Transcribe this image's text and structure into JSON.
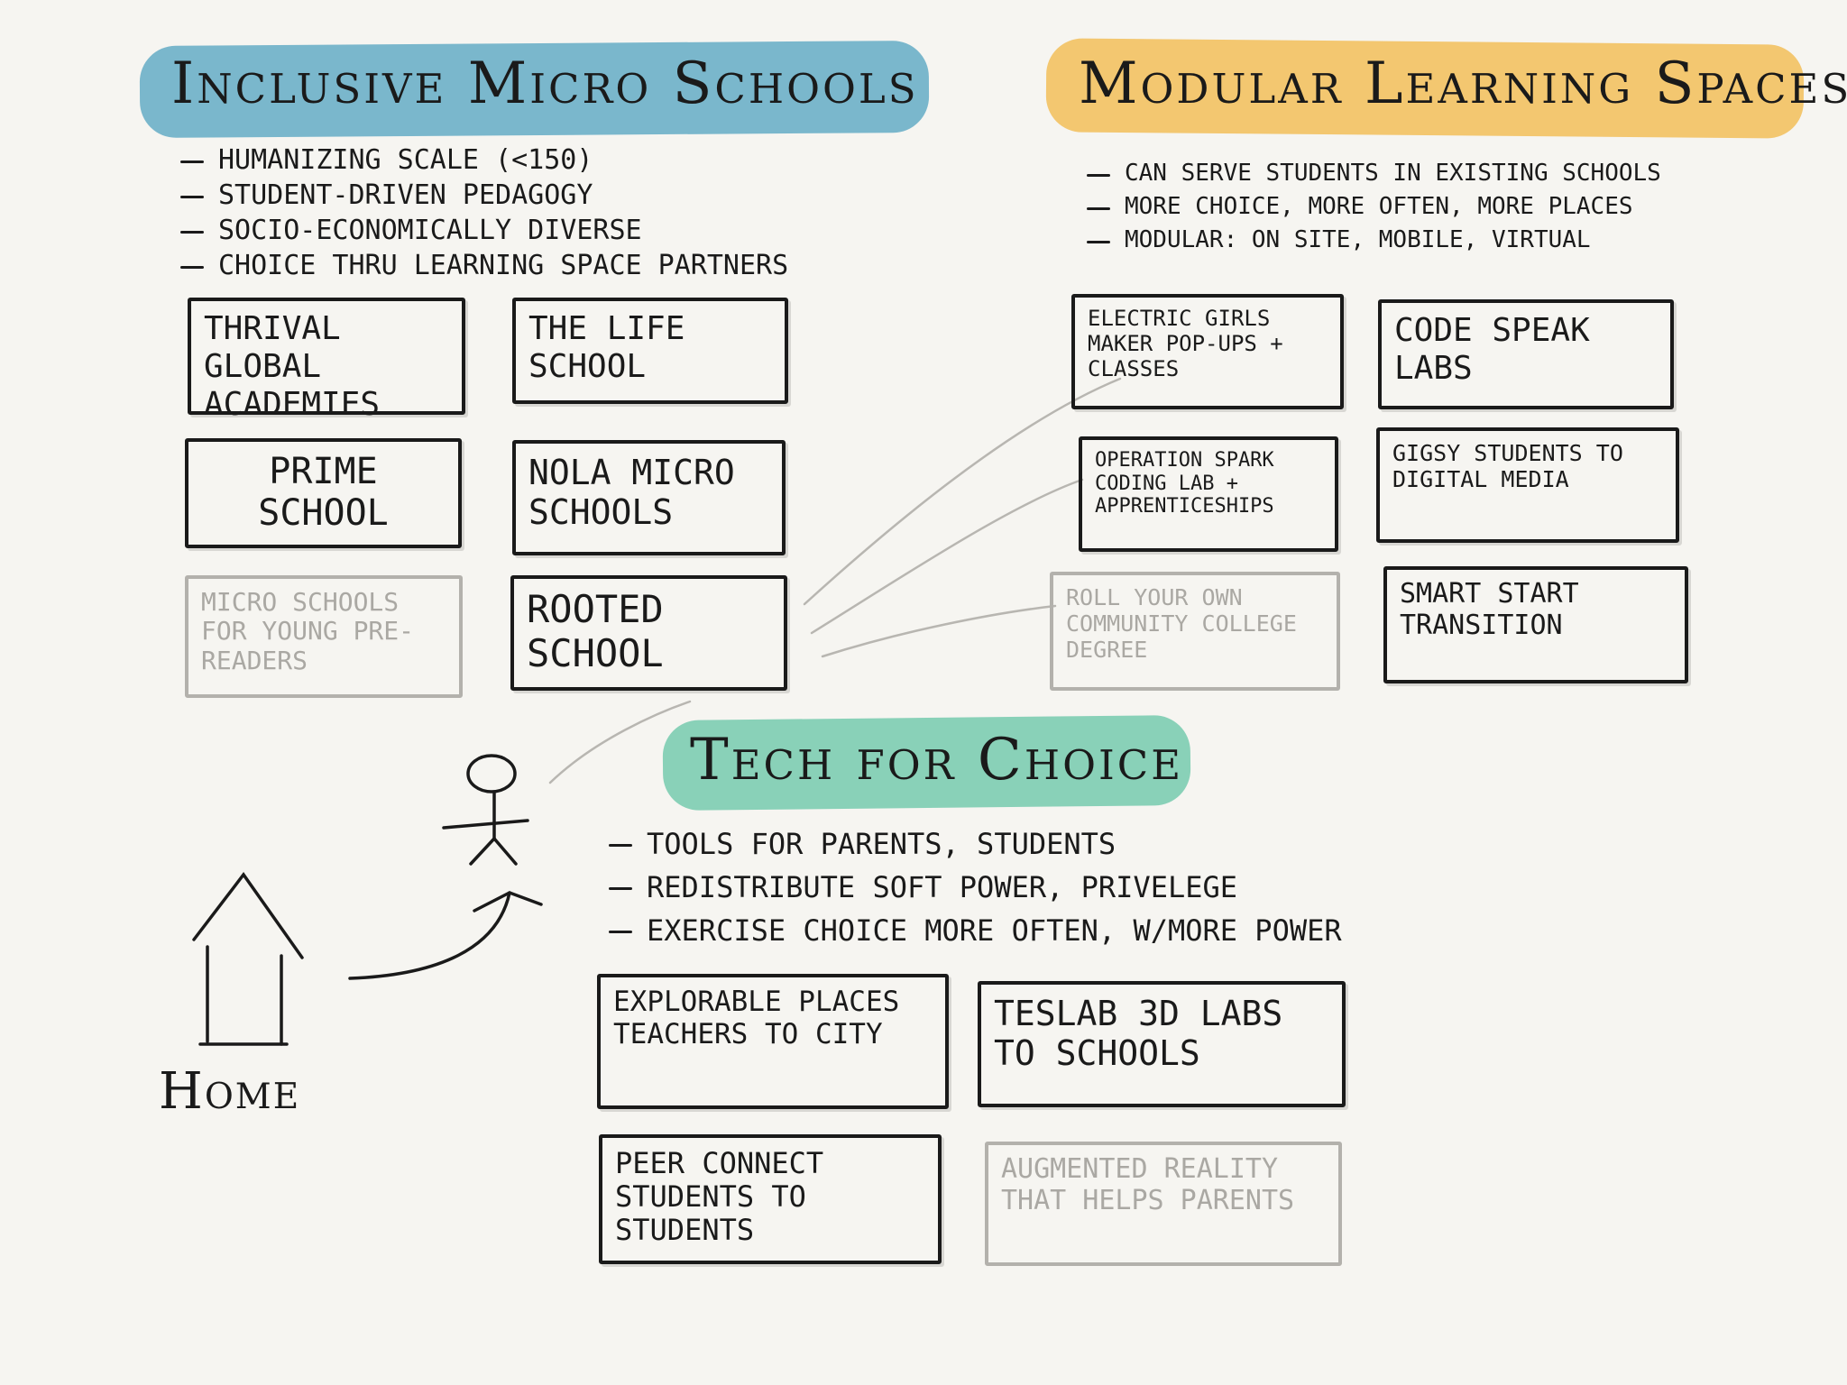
{
  "sections": [
    {
      "id": "micro-schools",
      "title": "Inclusive Micro Schools",
      "color": "#6fb1c9",
      "bullets": [
        "Humanizing scale (<150)",
        "Student-driven pedagogy",
        "Socio-economically diverse",
        "Choice thru learning space partners"
      ],
      "boxes": [
        {
          "label": "Thrival Global Academies",
          "style": "solid"
        },
        {
          "label": "The Life School",
          "style": "solid"
        },
        {
          "label": "Prime School",
          "style": "solid"
        },
        {
          "label": "NOLA Micro Schools",
          "style": "solid"
        },
        {
          "label": "Micro Schools for young pre-readers",
          "style": "faded"
        },
        {
          "label": "Rooted School",
          "style": "solid"
        }
      ]
    },
    {
      "id": "learning-spaces",
      "title": "Modular Learning Spaces",
      "color": "#f2c265",
      "bullets": [
        "Can serve students in existing schools",
        "More choice, more often, more places",
        "Modular: on site, mobile, virtual"
      ],
      "boxes": [
        {
          "label": "Electric Girls Maker pop-ups + classes",
          "style": "solid"
        },
        {
          "label": "Code Speak Labs",
          "style": "solid"
        },
        {
          "label": "Operation Spark Coding Lab + Apprenticeships",
          "style": "solid"
        },
        {
          "label": "Gigsy Students to digital media",
          "style": "solid"
        },
        {
          "label": "Roll your own community college degree",
          "style": "faded"
        },
        {
          "label": "Smart Start Transition",
          "style": "solid"
        }
      ]
    },
    {
      "id": "tech-choice",
      "title": "Tech for Choice",
      "color": "#7fcdb3",
      "bullets": [
        "Tools for parents, students",
        "Redistribute soft power, privelege",
        "Exercise choice more often, w/more power"
      ],
      "boxes": [
        {
          "label": "Explorable Places Teachers to City",
          "style": "solid"
        },
        {
          "label": "Teslab 3D labs to schools",
          "style": "solid"
        },
        {
          "label": "Peer Connect Students to Students",
          "style": "solid"
        },
        {
          "label": "Augmented reality that helps parents",
          "style": "faded"
        }
      ]
    }
  ],
  "home": {
    "label": "Home"
  },
  "colors": {
    "ink": "#1a1a1a",
    "faded": "#b3b1ac",
    "connector": "#b5b3ae",
    "paper": "#f6f5f1"
  }
}
